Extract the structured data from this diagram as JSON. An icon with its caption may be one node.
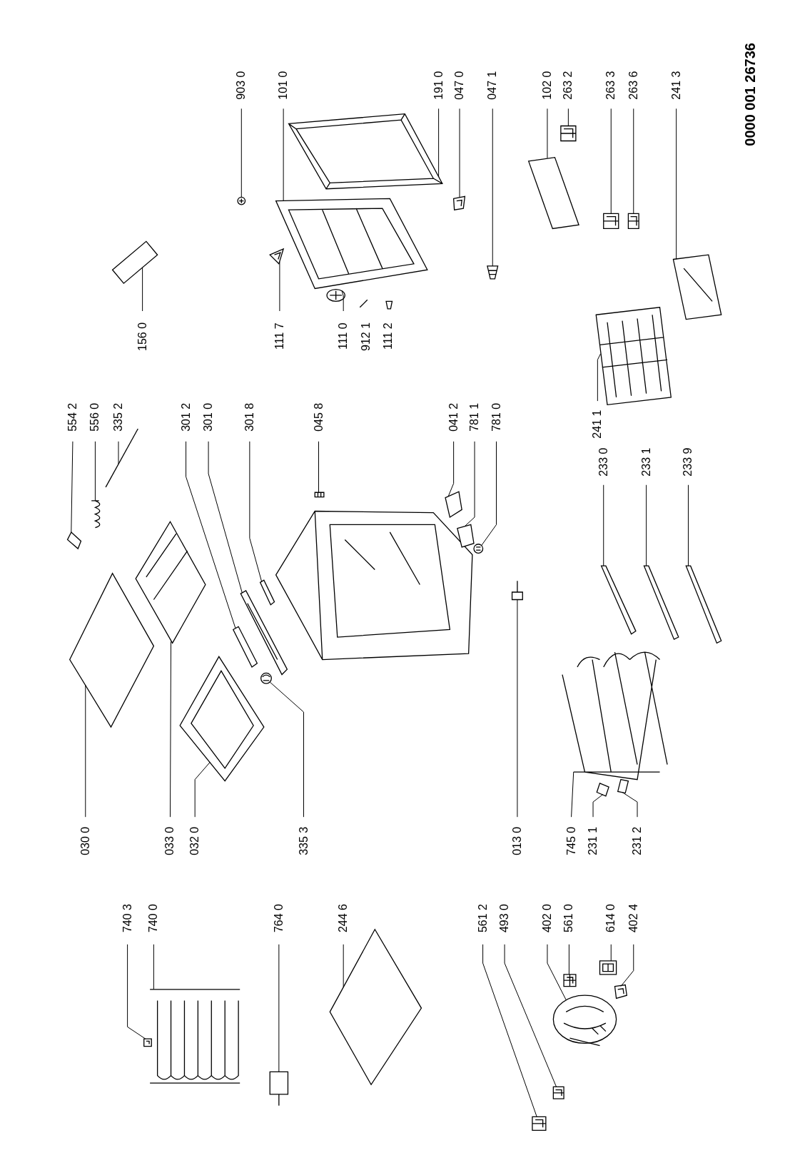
{
  "diagram": {
    "nodes": [
      {
        "text": [
          "740 3"
        ]
      },
      {
        "text": [
          "740 0"
        ]
      },
      {
        "text": [
          "764 0"
        ]
      },
      {
        "text": [
          "244 6"
        ]
      },
      {
        "text": [
          "561 2"
        ]
      },
      {
        "text": [
          "493 0"
        ]
      },
      {
        "text": [
          "402 0"
        ]
      },
      {
        "text": [
          "561 0"
        ]
      },
      {
        "text": [
          "614 0"
        ]
      },
      {
        "text": [
          "402 4"
        ]
      },
      {
        "text": [
          "030 0"
        ]
      },
      {
        "text": [
          "033 0"
        ]
      },
      {
        "text": [
          "032 0"
        ]
      },
      {
        "text": [
          "335 3"
        ]
      },
      {
        "text": [
          "013 0"
        ]
      },
      {
        "text": [
          "745 0"
        ]
      },
      {
        "text": [
          "231 1"
        ]
      },
      {
        "text": [
          "231 2"
        ]
      },
      {
        "text": [
          "554 2"
        ]
      },
      {
        "text": [
          "556 0"
        ]
      },
      {
        "text": [
          "335 2"
        ]
      },
      {
        "text": [
          "301 2"
        ]
      },
      {
        "text": [
          "301 0"
        ]
      },
      {
        "text": [
          "301 8"
        ]
      },
      {
        "text": [
          "045 8"
        ]
      },
      {
        "text": [
          "041 2"
        ]
      },
      {
        "text": [
          "781 1"
        ]
      },
      {
        "text": [
          "781 0"
        ]
      },
      {
        "text": [
          "233 0"
        ]
      },
      {
        "text": [
          "233 1"
        ]
      },
      {
        "text": [
          "233 9"
        ]
      },
      {
        "text": [
          "241 1"
        ]
      },
      {
        "text": [
          "156 0"
        ]
      },
      {
        "text": [
          "111 7"
        ]
      },
      {
        "text": [
          "111 0"
        ]
      },
      {
        "text": [
          "912 1"
        ]
      },
      {
        "text": [
          "111 2"
        ]
      },
      {
        "text": [
          "903 0"
        ]
      },
      {
        "text": [
          "101 0"
        ]
      },
      {
        "text": [
          "191 0"
        ]
      },
      {
        "text": [
          "047 0"
        ]
      },
      {
        "text": [
          "047 1"
        ]
      },
      {
        "text": [
          "102 0"
        ]
      },
      {
        "text": [
          "263 2"
        ]
      },
      {
        "text": [
          "263 3"
        ]
      },
      {
        "text": [
          "263 6"
        ]
      },
      {
        "text": [
          "241 3"
        ]
      },
      {
        "text": [],
        "shape": "picture"
      },
      {
        "text": [],
        "shape": "picture"
      },
      {
        "text": [],
        "shape": "picture"
      },
      {
        "text": [],
        "shape": "picture"
      },
      {
        "text": [],
        "shape": "picture"
      },
      {
        "text": [],
        "shape": "picture"
      },
      {
        "text": [],
        "shape": "picture"
      },
      {
        "text": [],
        "shape": "picture"
      },
      {
        "text": [],
        "shape": "picture"
      },
      {
        "text": [],
        "shape": "picture"
      },
      {
        "text": [],
        "shape": "picture"
      },
      {
        "text": [],
        "shape": "picture"
      },
      {
        "text": [],
        "shape": "picture"
      },
      {
        "text": [],
        "shape": "picture"
      },
      {
        "text": [],
        "shape": "picture"
      },
      {
        "text": [],
        "shape": "picture"
      },
      {
        "text": [],
        "shape": "picture"
      },
      {
        "text": [],
        "shape": "picture"
      },
      {
        "text": [],
        "shape": "picture"
      },
      {
        "text": [],
        "shape": "picture"
      },
      {
        "text": [],
        "shape": "picture"
      },
      {
        "text": [],
        "shape": "picture"
      },
      {
        "text": [],
        "shape": "picture"
      },
      {
        "text": [],
        "shape": "picture"
      },
      {
        "text": [],
        "shape": "picture"
      },
      {
        "text": [],
        "shape": "picture"
      },
      {
        "text": [],
        "shape": "picture"
      },
      {
        "text": [],
        "shape": "picture"
      },
      {
        "text": [],
        "shape": "picture"
      },
      {
        "text": [],
        "shape": "picture"
      },
      {
        "text": [],
        "shape": "picture"
      },
      {
        "text": [],
        "shape": "picture"
      },
      {
        "text": [],
        "shape": "picture"
      },
      {
        "text": [],
        "shape": "picture"
      },
      {
        "text": [],
        "shape": "picture"
      },
      {
        "text": [],
        "shape": "picture"
      },
      {
        "text": [],
        "shape": "picture"
      },
      {
        "text": [],
        "shape": "picture"
      },
      {
        "text": [],
        "shape": "picture"
      },
      {
        "text": [],
        "shape": "picture"
      },
      {
        "text": [],
        "shape": "picture"
      },
      {
        "text": [],
        "shape": "picture"
      },
      {
        "text": [],
        "shape": "picture"
      },
      {
        "text": [],
        "shape": "picture"
      },
      {
        "text": [],
        "shape": "picture"
      }
    ],
    "edges": [
      {
        "from": 0,
        "to": 47,
        "arrow": "none"
      },
      {
        "from": 1,
        "to": 48,
        "arrow": "none"
      },
      {
        "from": 2,
        "to": 49,
        "arrow": "none"
      },
      {
        "from": 3,
        "to": 50,
        "arrow": "none"
      },
      {
        "from": 4,
        "to": 51,
        "arrow": "none"
      },
      {
        "from": 5,
        "to": 52,
        "arrow": "none"
      },
      {
        "from": 6,
        "to": 53,
        "arrow": "none"
      },
      {
        "from": 7,
        "to": 54,
        "arrow": "none"
      },
      {
        "from": 8,
        "to": 55,
        "arrow": "none"
      },
      {
        "from": 9,
        "to": 56,
        "arrow": "none"
      },
      {
        "from": 10,
        "to": 57,
        "arrow": "none"
      },
      {
        "from": 11,
        "to": 58,
        "arrow": "none"
      },
      {
        "from": 12,
        "to": 59,
        "arrow": "none"
      },
      {
        "from": 13,
        "to": 60,
        "arrow": "none"
      },
      {
        "from": 14,
        "to": 61,
        "arrow": "none"
      },
      {
        "from": 15,
        "to": 62,
        "arrow": "none"
      },
      {
        "from": 16,
        "to": 63,
        "arrow": "none"
      },
      {
        "from": 17,
        "to": 64,
        "arrow": "none"
      },
      {
        "from": 18,
        "to": 65,
        "arrow": "none"
      },
      {
        "from": 19,
        "to": 66,
        "arrow": "none"
      },
      {
        "from": 20,
        "to": 67,
        "arrow": "none"
      },
      {
        "from": 21,
        "to": 68,
        "arrow": "none"
      },
      {
        "from": 22,
        "to": 69,
        "arrow": "none"
      },
      {
        "from": 23,
        "to": 70,
        "arrow": "none"
      },
      {
        "from": 24,
        "to": 71,
        "arrow": "none"
      },
      {
        "from": 25,
        "to": 72,
        "arrow": "none"
      },
      {
        "from": 26,
        "to": 73,
        "arrow": "none"
      },
      {
        "from": 27,
        "to": 74,
        "arrow": "none"
      },
      {
        "from": 28,
        "to": 75,
        "arrow": "none"
      },
      {
        "from": 29,
        "to": 76,
        "arrow": "none"
      },
      {
        "from": 30,
        "to": 77,
        "arrow": "none"
      },
      {
        "from": 31,
        "to": 78,
        "arrow": "none"
      },
      {
        "from": 32,
        "to": 79,
        "arrow": "none"
      },
      {
        "from": 33,
        "to": 80,
        "arrow": "none"
      },
      {
        "from": 34,
        "to": 81,
        "arrow": "none"
      },
      {
        "from": 37,
        "to": 82,
        "arrow": "none"
      },
      {
        "from": 38,
        "to": 83,
        "arrow": "none"
      },
      {
        "from": 39,
        "to": 84,
        "arrow": "none"
      },
      {
        "from": 40,
        "to": 85,
        "arrow": "none"
      },
      {
        "from": 41,
        "to": 86,
        "arrow": "none"
      },
      {
        "from": 42,
        "to": 87,
        "arrow": "none"
      },
      {
        "from": 43,
        "to": 88,
        "arrow": "none"
      },
      {
        "from": 44,
        "to": 89,
        "arrow": "none"
      },
      {
        "from": 45,
        "to": 90,
        "arrow": "none"
      },
      {
        "from": 46,
        "to": 91,
        "arrow": "none"
      }
    ],
    "labels": [
      "0000 001 26736"
    ]
  }
}
